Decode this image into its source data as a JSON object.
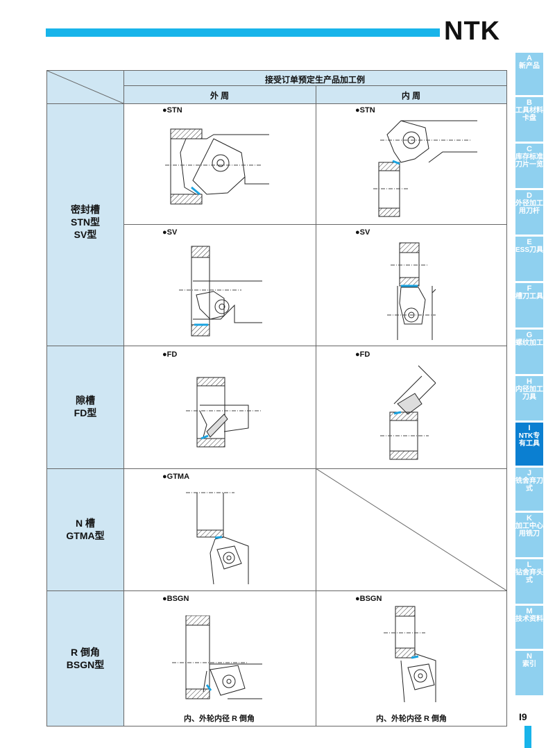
{
  "header": {
    "logo": "NTK"
  },
  "table": {
    "title": "接受订单预定生产品加工例",
    "col_outer": "外 周",
    "col_inner": "内 周",
    "rows": [
      {
        "category": [
          "密封槽",
          "STN型",
          "SV型"
        ],
        "cells": [
          [
            "●STN",
            "●STN"
          ],
          [
            "●SV",
            "●SV"
          ]
        ]
      },
      {
        "category": [
          "隙槽",
          "FD型"
        ],
        "cells": [
          [
            "●FD",
            "●FD"
          ]
        ]
      },
      {
        "category": [
          "N 槽",
          "GTMA型"
        ],
        "cells": [
          [
            "●GTMA",
            ""
          ]
        ]
      },
      {
        "category": [
          "R 倒角",
          "BSGN型"
        ],
        "cells": [
          [
            "●BSGN",
            "●BSGN"
          ]
        ],
        "captions": [
          "内、外轮内径 R 倒角",
          "内、外轮内径 R 倒角"
        ]
      }
    ]
  },
  "side_tabs": [
    {
      "letter": "A",
      "text": "新产品"
    },
    {
      "letter": "B",
      "text": "工具材料卡盘"
    },
    {
      "letter": "C",
      "text": "库存标准刀片一览"
    },
    {
      "letter": "D",
      "text": "外径加工用刀杆"
    },
    {
      "letter": "E",
      "text": "ESS刀具"
    },
    {
      "letter": "F",
      "text": "槽刀工具"
    },
    {
      "letter": "G",
      "text": "螺纹加工"
    },
    {
      "letter": "H",
      "text": "内径加工刀具"
    },
    {
      "letter": "I",
      "text": "NTK专有工具"
    },
    {
      "letter": "J",
      "text": "铣舍弃刀式"
    },
    {
      "letter": "K",
      "text": "加工中心用铣刀"
    },
    {
      "letter": "L",
      "text": "钻舍弃头式"
    },
    {
      "letter": "M",
      "text": "技术资料"
    },
    {
      "letter": "N",
      "text": "索引"
    }
  ],
  "page_number": "I9",
  "colors": {
    "accent": "#18b4ea",
    "header_bg": "#cfe6f3",
    "tab": "#8fd0ef",
    "tab_active": "#0b7fd1",
    "contact": "#1aa3e0"
  }
}
